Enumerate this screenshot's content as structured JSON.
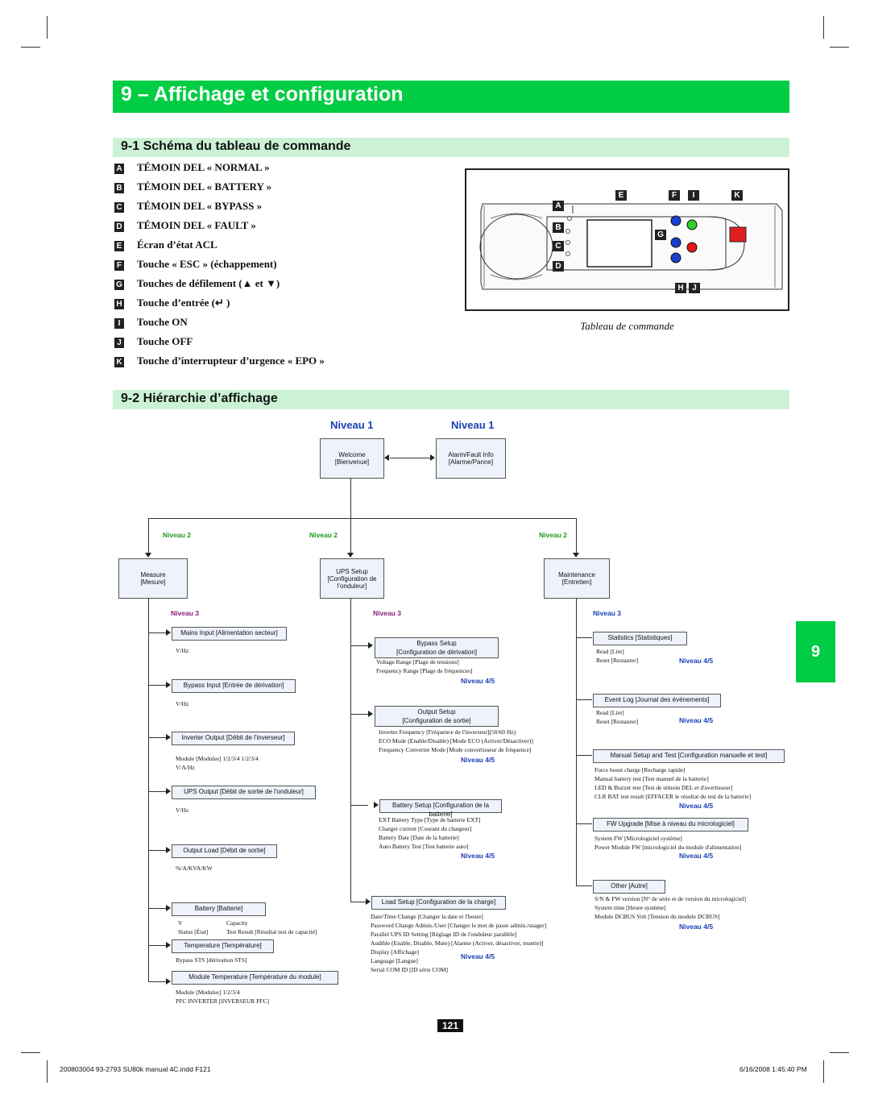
{
  "title": "9 – Affichage et configuration",
  "section1": {
    "heading": "9-1 Schéma du tableau de commande",
    "legend": [
      {
        "letter": "A",
        "text": "TÉMOIN DEL « NORMAL »"
      },
      {
        "letter": "B",
        "text": "TÉMOIN DEL « BATTERY »"
      },
      {
        "letter": "C",
        "text": "TÉMOIN DEL « BYPASS »"
      },
      {
        "letter": "D",
        "text": "TÉMOIN DEL « FAULT »"
      },
      {
        "letter": "E",
        "text": "Écran d’état ACL"
      },
      {
        "letter": "F",
        "text": "Touche « ESC » (échappement)"
      },
      {
        "letter": "G",
        "text": "Touches de défilement (▲ et ▼)"
      },
      {
        "letter": "H",
        "text": "Touche d’entrée (↵ )"
      },
      {
        "letter": "I",
        "text": "Touche ON"
      },
      {
        "letter": "J",
        "text": "Touche OFF"
      },
      {
        "letter": "K",
        "text": "Touche d’interrupteur d’urgence « EPO »"
      }
    ],
    "panel_caption": "Tableau de commande",
    "panel_tags": {
      "A": "A",
      "B": "B",
      "C": "C",
      "D": "D",
      "E": "E",
      "F": "F",
      "G": "G",
      "H": "H",
      "I": "I",
      "J": "J",
      "K": "K"
    }
  },
  "section2": {
    "heading": "9-2 Hiérarchie d’affichage",
    "level1_left": "Niveau 1",
    "level1_right": "Niveau 1",
    "welcome": [
      "Welcome",
      "[Bienvenue]"
    ],
    "alarm": [
      "Alarm/Fault Info",
      "[Alarme/Panne]"
    ],
    "level2": [
      "Niveau 2",
      "Niveau 2",
      "Niveau 2"
    ],
    "measure": [
      "Measure",
      "[Mesure]"
    ],
    "ups_setup": [
      "UPS Setup",
      "[Configuration de",
      "l'onduleur]"
    ],
    "maintenance": [
      "Maintenance",
      "[Entretien]"
    ],
    "level3": [
      "Niveau 3",
      "Niveau 3",
      "Niveau 3"
    ],
    "level45": "Niveau 4/5",
    "measure_items": [
      {
        "box": "Mains Input [Alimentation secteur]",
        "sub": [
          "V/Hz"
        ]
      },
      {
        "box": "Bypass Input [Entrée de dérivation]",
        "sub": [
          "V/Hz"
        ]
      },
      {
        "box": "Inverter Output [Débit de l'inverseur]",
        "sub": [
          "Module [Modules] 1/2/3/4 1/2/3/4",
          "V/A/Hz"
        ]
      },
      {
        "box": "UPS Output [Débit de sortie de l'onduleur]",
        "sub": [
          "V/Hz"
        ]
      },
      {
        "box": "Output Load [Débit de sortie]",
        "sub": [
          "%/A/KVA/KW"
        ]
      },
      {
        "box": "Battery [Batterie]",
        "sub": [
          "V",
          "Capacity",
          "Status [État]",
          "Test Result [Résultat test de capacité]"
        ]
      },
      {
        "box": "Temperature [Température]",
        "sub": [
          "Bypass STS [dérivation STS]"
        ]
      },
      {
        "box": "Module Temperature [Température du module]",
        "sub": [
          "Module [Modules] 1/2/3/4",
          "PFC INVERTER [INVERSEUR PFC]"
        ]
      }
    ],
    "setup_items": [
      {
        "box": [
          "Bypass Setup",
          "[Configuration de dérivation]"
        ],
        "sub": [
          "Voltage Range [Plage de tensions]",
          "Frequency Range [Plage de fréquences]"
        ]
      },
      {
        "box": [
          "Output Setup",
          "[Configuration de sortie]"
        ],
        "sub": [
          "Inverter Frequency [Fréquence de l'inverseur](50/60 Hz)",
          "ECO Mode (Enable/Disable) [Mode ECO (Activer/Désactiver)]",
          "Frequency Converter Mode [Mode convertisseur de fréquence]"
        ]
      },
      {
        "box": [
          "Battery Setup [Configuration de la batterie]"
        ],
        "sub": [
          "EXT Battery Type [Type de batterie EXT]",
          "Charger current [Courant du chargeur]",
          "Battery Date [Date de la batterie]",
          "Auto Battery Test [Test batterie auto]"
        ]
      },
      {
        "box": [
          "Load Setup [Configuration de la charge]"
        ],
        "sub": [
          "Date/Time Change [Changer la date et l'heure]",
          "Password Change  Admin./User [Changer le mot de passe admin./usager]",
          "Parallel UPS ID Setting [Réglage ID de l'onduleur parallèle]",
          "Audible (Enable, Disable, Mute) [Alarme (Activer, désactiver, muette)]",
          "Display [Affichage]",
          "Language [Langue]",
          "Serial COM ID [ID série COM]"
        ]
      }
    ],
    "maint_items": [
      {
        "box": "Statistics [Statistiques]",
        "sub": [
          "Read [Lire]",
          "Reset [Restaurer]"
        ]
      },
      {
        "box": "Event Log [Journal des événements]",
        "sub": [
          "Read [Lire]",
          "Reset [Restaurer]"
        ]
      },
      {
        "box": "Manual Setup and Test [Configuration manuelle et test]",
        "sub": [
          "Force boost charge [Recharge rapide]",
          "Manual battery test [Test manuel de la batterie]",
          "LED & Buzzer test [Test de témoin DEL et d'avertisseur]",
          "CLR BAT test result [EFFACER le résultat du test de la batterie]"
        ]
      },
      {
        "box": "FW Upgrade [Mise à niveau du micrologiciel]",
        "sub": [
          "System FW [Micrologiciel système]",
          "Power Module FW [micrologiciel du module d'alimentation]"
        ]
      },
      {
        "box": "Other [Autre]",
        "sub": [
          "S/N & FW version [N° de série et de version du micrologiciel]",
          "System time [Heure système]",
          "Module DCBUS Volt [Tension du module DCBUS]"
        ]
      }
    ]
  },
  "side_tab": "9",
  "page_number": "121",
  "footer_left": "200803004 93-2793 SU80k manual 4C.indd   F121",
  "footer_right": "6/16/2008   1:45:40 PM",
  "colors": {
    "title_bar": "#00cc44",
    "section_bar": "#ccf2d6",
    "level2": "#1a9a1a",
    "level3": "#8a1e7a",
    "level45": "#1a3fb5"
  }
}
